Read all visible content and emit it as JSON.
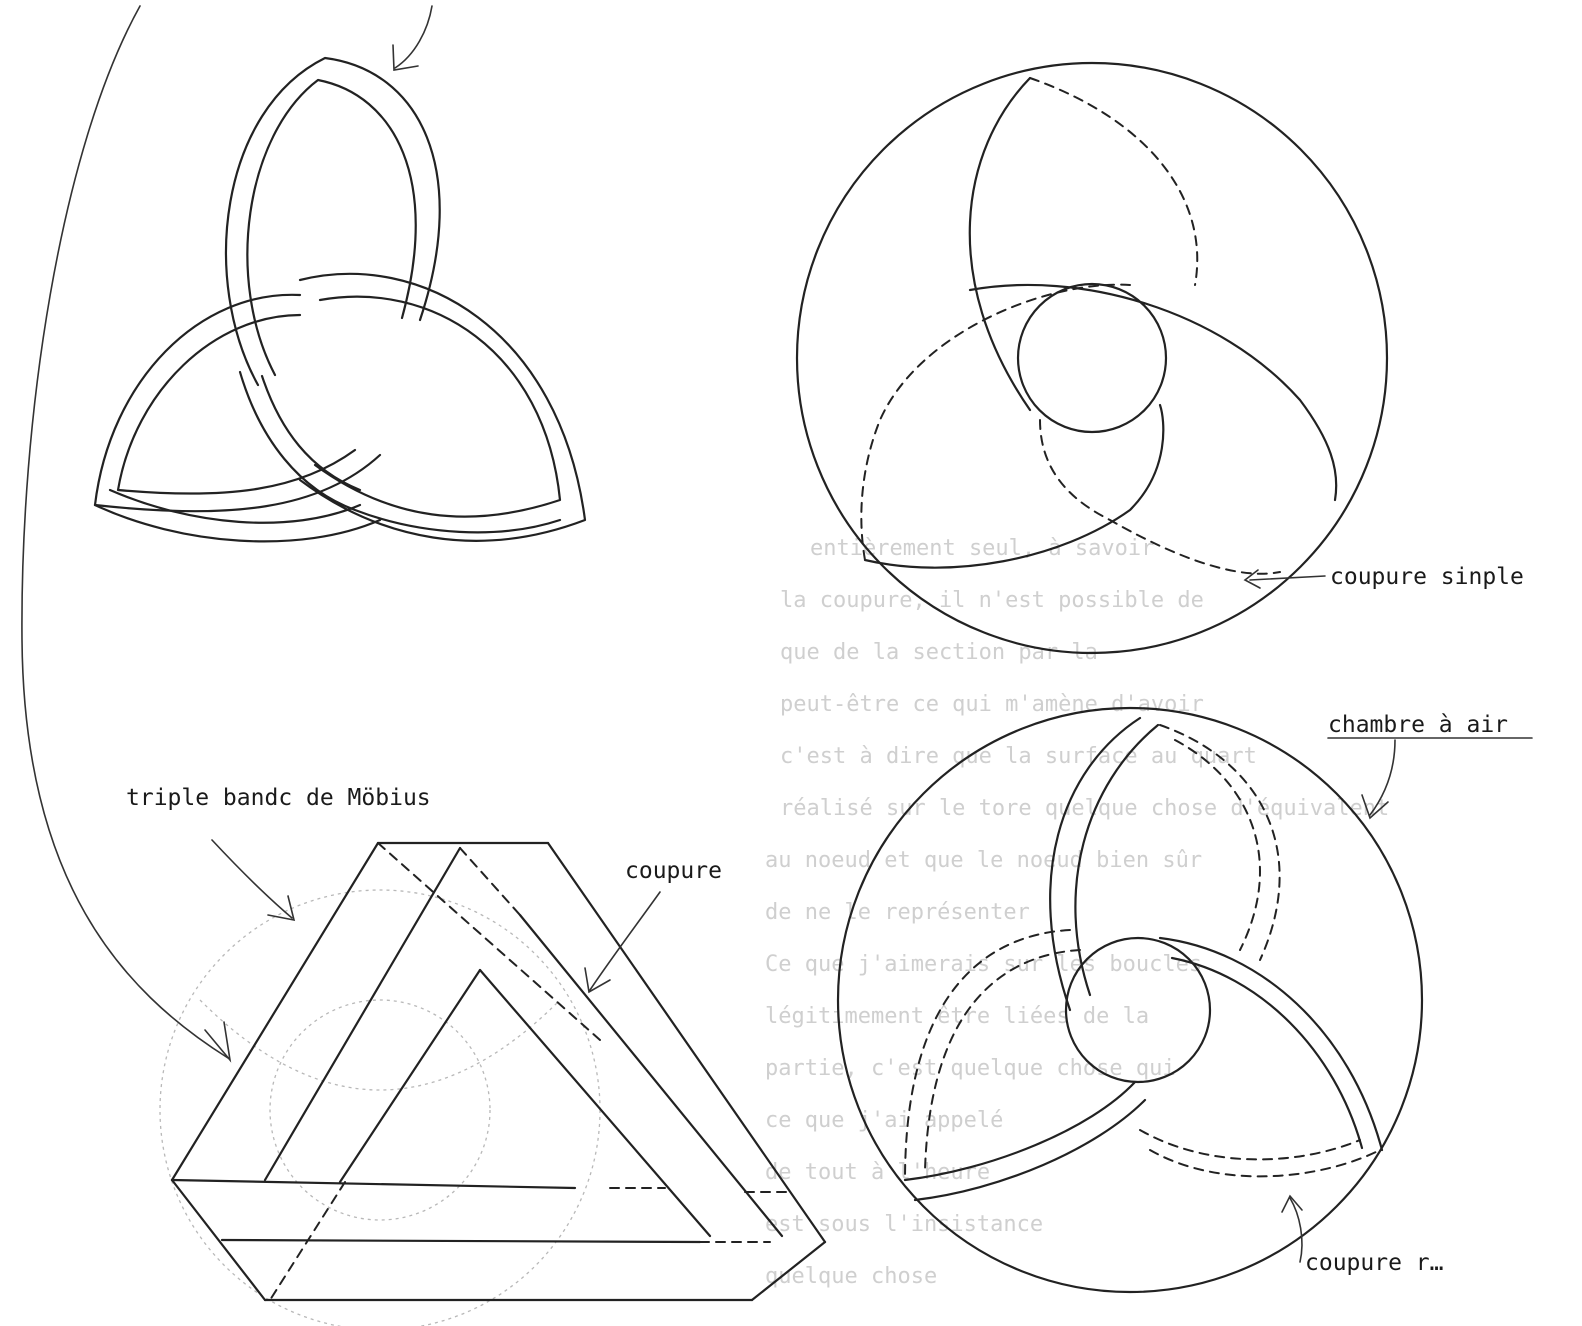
{
  "labels": {
    "coupure_simple": "coupure sinple",
    "chambre_a_air": "chambre à air",
    "triple_bande": "triple bandc de Möbius",
    "coupure": "coupure",
    "coupure_redoublee": "coupure r…"
  },
  "bleed_through": [
    "entièrement seul, à savoir",
    "la coupure, il n'est possible de",
    "que de la section par la",
    "peut-être ce qui m'amène d'avoir",
    "c'est à dire que la surface au quart",
    "réalisé sur le tore quelque chose d'équivalent",
    "au noeud et que le noeud bien sûr",
    "de ne le représenter",
    "Ce que j'aimerais sur les boucles",
    "légitimement être liées de la",
    "partie, c'est quelque chose qui",
    "ce que j'ai appelé",
    "de tout à l'heure",
    "est sous l'insistance",
    "quelque chose"
  ]
}
